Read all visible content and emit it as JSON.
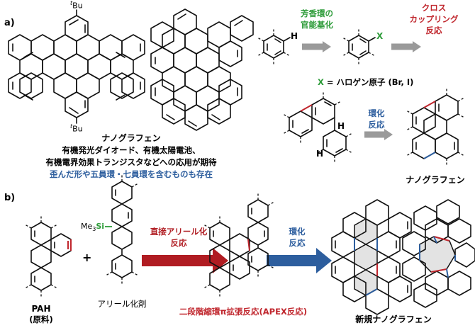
{
  "panel_a": {
    "label": "a)",
    "tbu": "tBu",
    "tbu_super": "t",
    "tbu_rest": "Bu",
    "caption_title": "ナノグラフェン",
    "caption_line1": "有機発光ダイオード、有機太陽電池、",
    "caption_line2": "有機電界効果トランジスタなどへの応用が期待",
    "caption_line3": "歪んだ形や五員環・七員環を含むものも存在",
    "step1_label_a": "芳香環の",
    "step1_label_b": "官能基化",
    "step2_label_a": "クロス",
    "step2_label_b": "カップリング",
    "step2_label_c": "反応",
    "atom_h": "H",
    "atom_x": "X",
    "x_def_x": "X",
    "x_def_rest": " = ハロゲン原子 (Br, I)",
    "cyc_label_a": "環化",
    "cyc_label_b": "反応",
    "product_label": "ナノグラフェン",
    "colors": {
      "green": "#2e9c3a",
      "red": "#c0262d",
      "blue": "#2d5e9e",
      "gray": "#9a9a9a"
    }
  },
  "panel_b": {
    "label": "b)",
    "plus": "+",
    "pah_label": "PAH",
    "pah_sub": "(原料)",
    "si_me3": "Me",
    "si_sub": "3",
    "si_atom": "Si",
    "aryl_label": "アリール化剤",
    "arrow1_a": "直接アリール化",
    "arrow1_b": "反応",
    "apex_label": "二段階縮環π拡張反応(APEX反応)",
    "arrow2_a": "環化",
    "arrow2_b": "反応",
    "new_label": "新規ナノグラフェン"
  }
}
